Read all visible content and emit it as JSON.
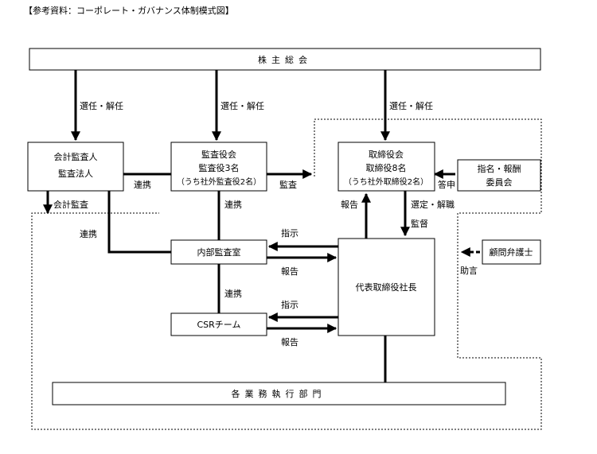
{
  "heading": "【参考資料：コーポレート・ガバナンス体制模式図】",
  "boxes": {
    "shareholders": "株主総会",
    "accounting_auditor": [
      "会計監査人",
      "監査法人"
    ],
    "audit_board": [
      "監査役会",
      "監査役3名",
      "（うち社外監査役2名）"
    ],
    "board": [
      "取締役会",
      "取締役8名",
      "（うち社外取締役2名）"
    ],
    "nomination_committee": [
      "指名・報酬",
      "委員会"
    ],
    "internal_audit": "内部監査室",
    "csr_team": "CSRチーム",
    "president": "代表取締役社長",
    "legal_counsel": "顧問弁護士",
    "business_units": "各業務執行部門"
  },
  "labels": {
    "elect_dismiss_1": "選任・解任",
    "elect_dismiss_2": "選任・解任",
    "elect_dismiss_3": "選任・解任",
    "coop_auditor_board": "連携",
    "audit": "監査",
    "accounting_audit": "会計監査",
    "coop_audit_internal": "連携",
    "coop_auditor_internal": "連携",
    "answer": "答申",
    "report_board": "報告",
    "appoint_dismiss": "選定・解職",
    "supervise": "監督",
    "instruct_1": "指示",
    "report_1": "報告",
    "coop_internal_csr": "連携",
    "instruct_2": "指示",
    "report_2": "報告",
    "advice": "助言"
  }
}
